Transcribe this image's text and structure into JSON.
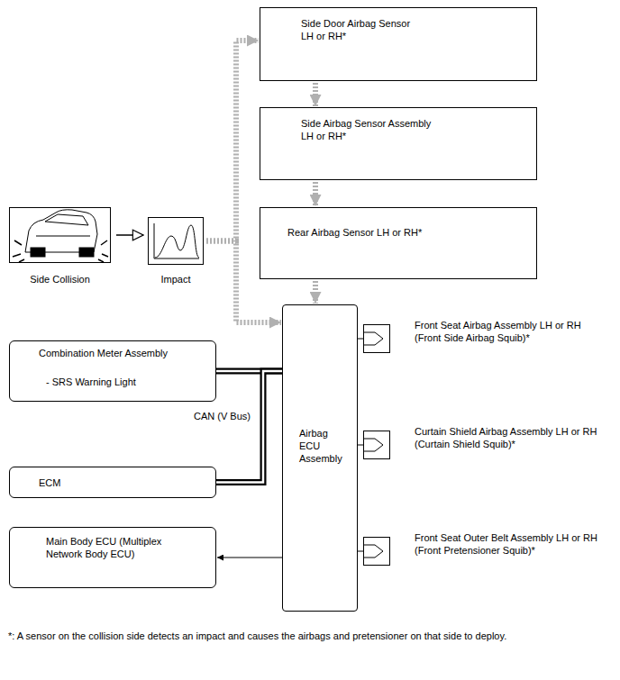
{
  "diagram": {
    "nodes": [
      {
        "text": [
          "Side Door Airbag Sensor LH or RH*"
        ]
      },
      {
        "text": [
          "Side Airbag Sensor Assembly LH or RH*"
        ]
      },
      {
        "text": [
          "Rear Airbag Sensor LH or RH*"
        ]
      },
      {
        "text": [
          "Side Collision"
        ]
      },
      {
        "text": [
          "Impact"
        ]
      },
      {
        "text": [
          "Combination Meter Assembly",
          "- SRS Warning Light"
        ]
      },
      {
        "text": [
          "Airbag ECU Assembly"
        ]
      },
      {
        "text": [
          "Front Seat Airbag Assembly LH or RH (Front Side Airbag Squib)*"
        ]
      },
      {
        "text": [
          "Curtain Shield Airbag Assembly LH or RH (Curtain Shield Squib)*"
        ]
      },
      {
        "text": [
          "Front Seat Outer Belt Assembly LH or RH (Front Pretensioner Squib)*"
        ]
      },
      {
        "text": [
          "ECM"
        ]
      },
      {
        "text": [
          "Main Body ECU (Multiplex Network Body ECU)"
        ]
      }
    ],
    "edges": [
      {
        "from": 3,
        "to": 4,
        "arrow": "to"
      },
      {
        "from": 4,
        "to": 0,
        "arrow": "to"
      },
      {
        "from": 4,
        "to": 6,
        "arrow": "to"
      },
      {
        "from": 0,
        "to": 1,
        "arrow": "to"
      },
      {
        "from": 1,
        "to": 2,
        "arrow": "to"
      },
      {
        "from": 2,
        "to": 6,
        "arrow": "to"
      },
      {
        "from": 5,
        "to": 6,
        "arrow": "none"
      },
      {
        "from": 10,
        "to": 6,
        "arrow": "none"
      },
      {
        "from": 6,
        "to": 7,
        "arrow": "none"
      },
      {
        "from": 6,
        "to": 8,
        "arrow": "none"
      },
      {
        "from": 6,
        "to": 9,
        "arrow": "none"
      },
      {
        "from": 6,
        "to": 11,
        "arrow": "to"
      }
    ],
    "labels": [
      "CAN (V Bus)",
      "*: A sensor on the collision side detects an impact and causes the airbags and pretensioner on that side to deploy."
    ]
  }
}
